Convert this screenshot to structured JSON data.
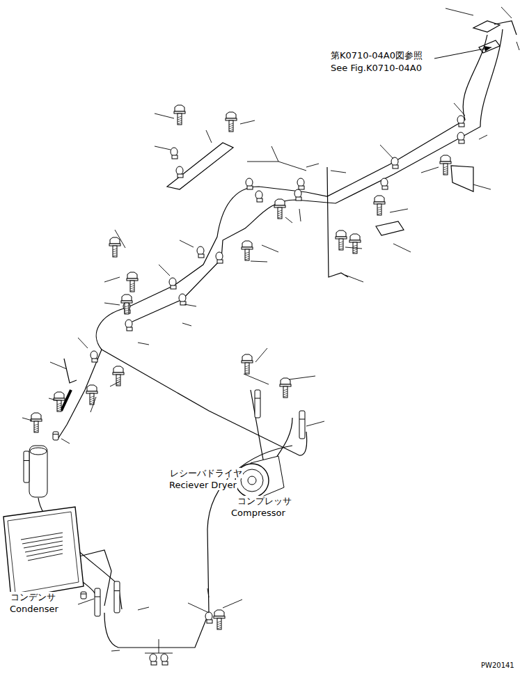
{
  "diagram": {
    "labels": [
      "第K0710-04A0図参照",
      "See Fig.K0710-04A0",
      "レシーバドライヤ",
      "Reciever Dryer",
      "コンプレッサ",
      "Compressor",
      "コンデンサ",
      "Condenser",
      "PW20141"
    ]
  }
}
